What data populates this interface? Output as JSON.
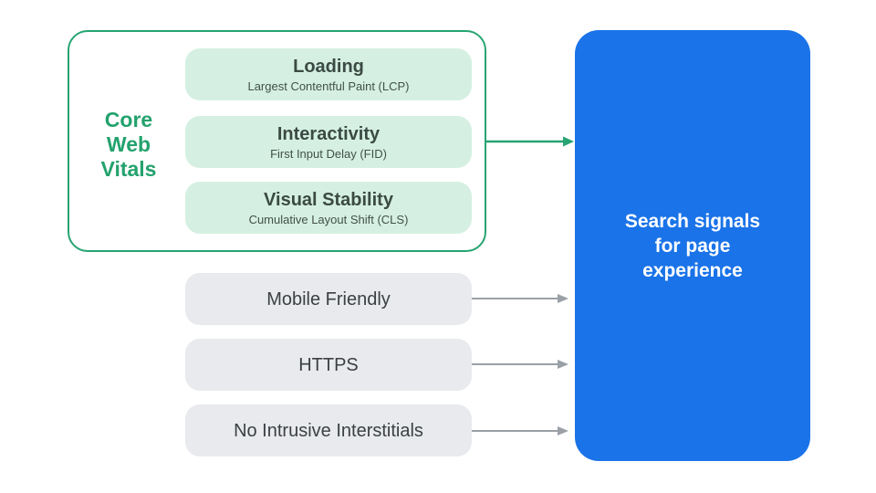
{
  "diagram": {
    "core_web_vitals": {
      "label": "Core Web Vitals",
      "items": [
        {
          "title": "Loading",
          "subtitle": "Largest Contentful Paint (LCP)"
        },
        {
          "title": "Interactivity",
          "subtitle": "First Input Delay (FID)"
        },
        {
          "title": "Visual Stability",
          "subtitle": "Cumulative Layout Shift (CLS)"
        }
      ]
    },
    "other_signals": [
      "Mobile Friendly",
      "HTTPS",
      "No Intrusive Interstitials"
    ],
    "result_box_label": "Search signals for page experience",
    "colors": {
      "green_accent": "#27a472",
      "green_text": "#23a26d",
      "green_pill_bg": "#d5f0e2",
      "pill_title_text": "#3b4a44",
      "gray_pill_bg": "#e8eaed",
      "gray_text": "#3c4043",
      "arrow_gray": "#9aa0a6",
      "blue_box_bg": "#1a73e8",
      "blue_box_text": "#ffffff",
      "background": "#ffffff"
    }
  }
}
